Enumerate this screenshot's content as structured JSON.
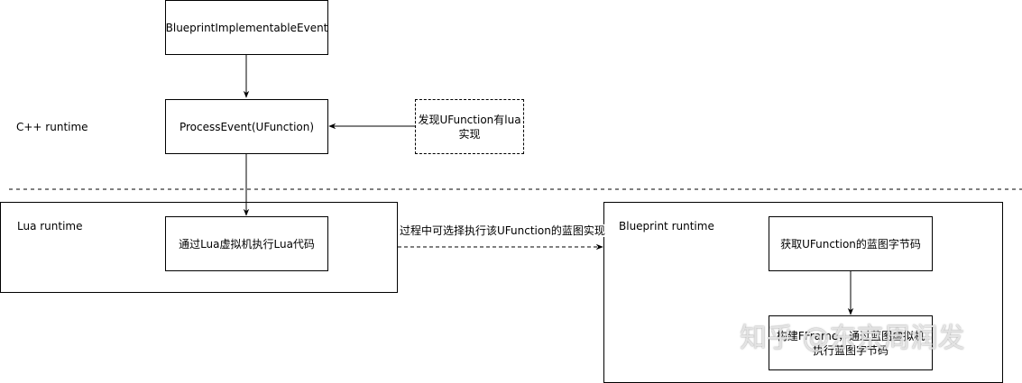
{
  "regions": {
    "cpp_runtime_label": "C++ runtime",
    "lua_runtime_label": "Lua runtime",
    "blueprint_runtime_label": "Blueprint runtime"
  },
  "nodes": {
    "bp_impl_event": "BlueprintImplementableEvent",
    "process_event": "ProcessEvent(UFunction)",
    "found_lua_impl": "发现UFunction有lua\n实现",
    "lua_vm_exec": "通过Lua虚拟机执行Lua代码",
    "get_bp_bytecode": "获取UFunction的蓝图字节码",
    "bp_vm_exec": "构建FFrame，通过蓝图虚拟机执行蓝图字节码"
  },
  "edges": {
    "lua_to_bp_label": "过程中可选择执行该UFunction的蓝图实现"
  },
  "watermark": "知乎 @东京周润发"
}
